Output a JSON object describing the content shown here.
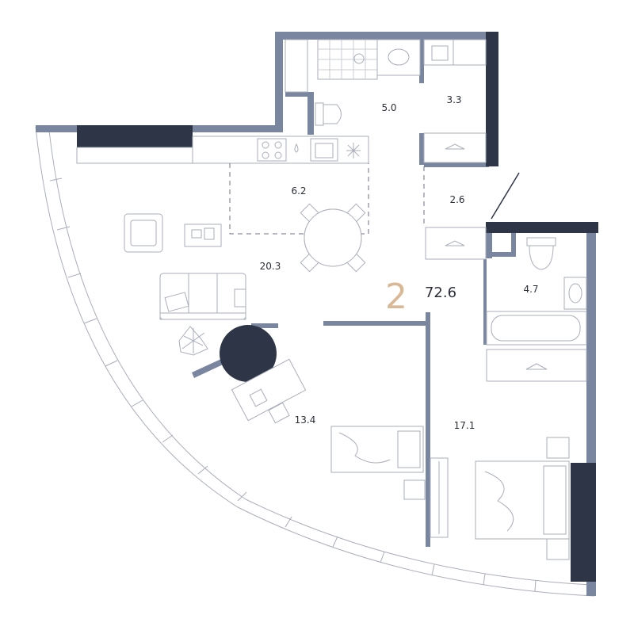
{
  "apartment": {
    "rooms": "2",
    "total_area": "72.6"
  },
  "room_areas": {
    "bathroom": "5.0",
    "laundry": "3.3",
    "kitchen": "6.2",
    "hall": "2.6",
    "living_room": "20.3",
    "bathroom_2": "4.7",
    "bedroom_1": "13.4",
    "bedroom_2": "17.1"
  },
  "colors": {
    "wall": "#7a86a0",
    "dark_wall": "#2d3547",
    "accent_number": "#d9b896",
    "furniture_line": "#a9aebb"
  }
}
